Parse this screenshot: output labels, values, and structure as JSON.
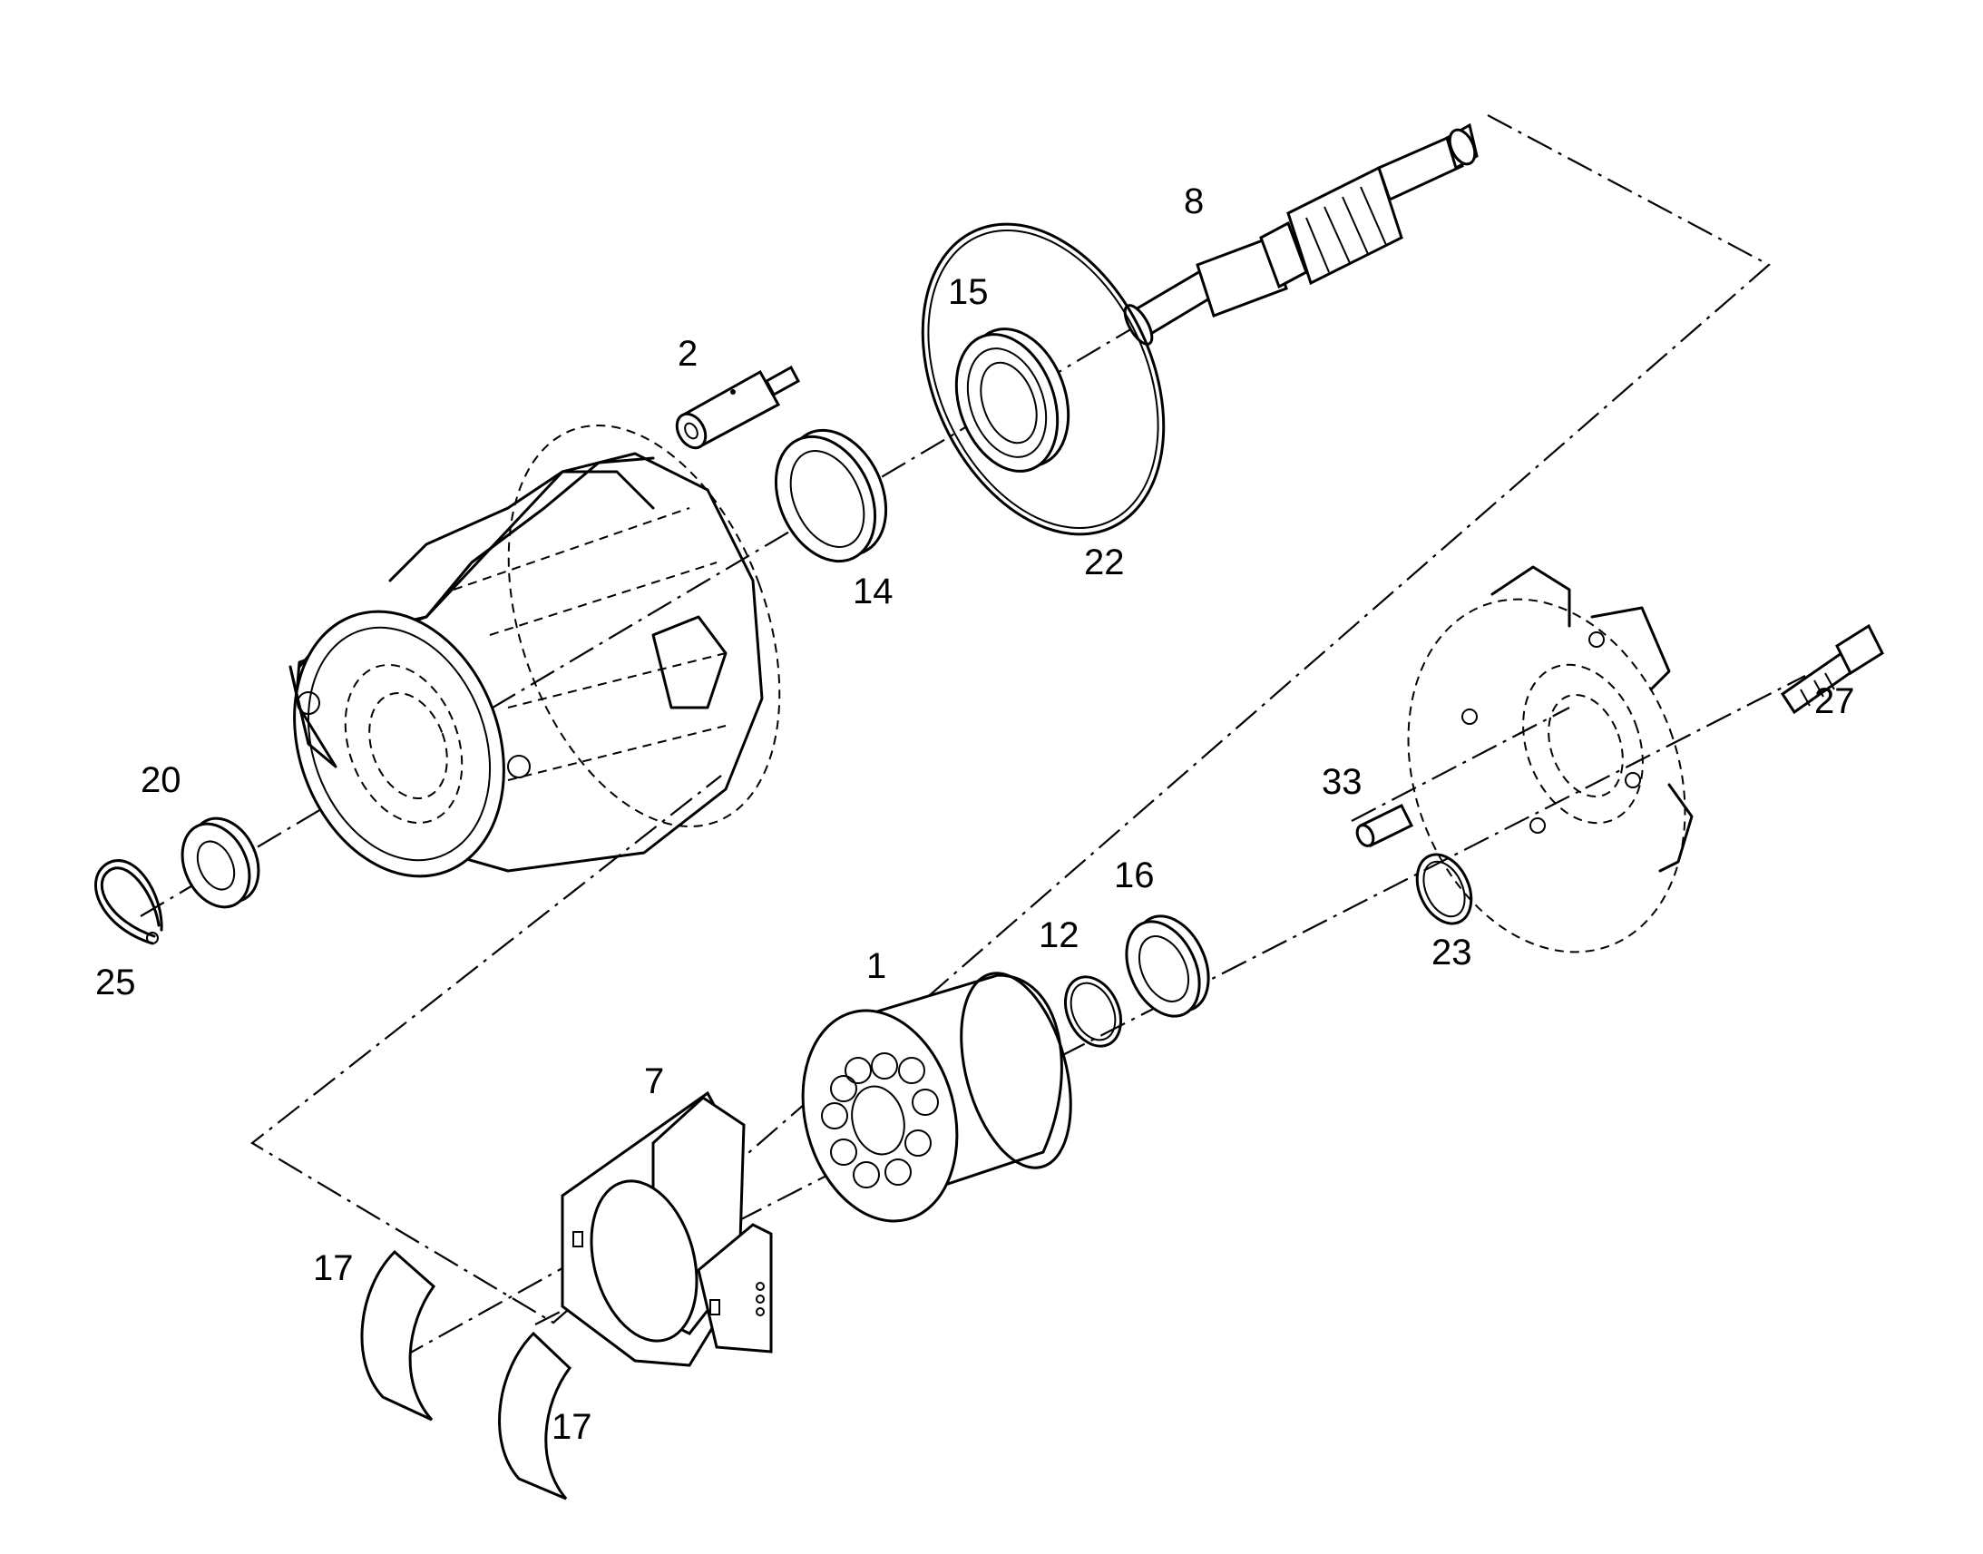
{
  "callouts": {
    "c1": "1",
    "c2": "2",
    "c7": "7",
    "c8": "8",
    "c12": "12",
    "c14": "14",
    "c15": "15",
    "c16": "16",
    "c17a": "17",
    "c17b": "17",
    "c20": "20",
    "c22": "22",
    "c23": "23",
    "c25": "25",
    "c27": "27",
    "c33": "33"
  }
}
